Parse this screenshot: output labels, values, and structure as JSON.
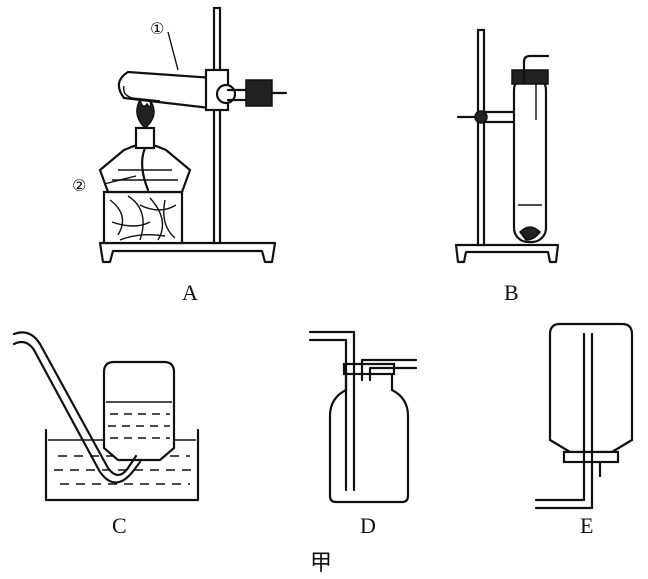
{
  "labels": {
    "apparatus_a": "A",
    "apparatus_b": "B",
    "apparatus_c": "C",
    "apparatus_d": "D",
    "apparatus_e": "E",
    "figure_caption": "甲",
    "marker_1": "①",
    "marker_2": "②"
  }
}
